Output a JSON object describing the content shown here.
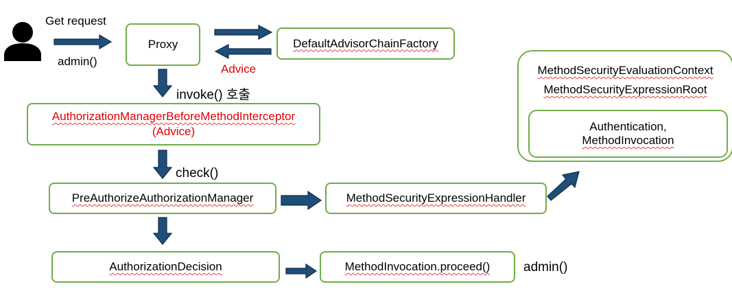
{
  "actor": {
    "icon": "person-icon",
    "label_top": "Get request",
    "label_bottom": "admin()"
  },
  "nodes": {
    "proxy": "Proxy",
    "advisor_chain_factory": "DefaultAdvisorChainFactory",
    "interceptor_line1": "AuthorizationManagerBeforeMethodInterceptor",
    "interceptor_line2": "(Advice)",
    "pre_authorize_manager": "PreAuthorizeAuthorizationManager",
    "expression_handler": "MethodSecurityExpressionHandler",
    "authorization_decision": "AuthorizationDecision",
    "proceed": "MethodInvocation.proceed()",
    "context_title": "MethodSecurityEvaluationContext",
    "expression_root": "MethodSecurityExpressionRoot",
    "auth_line1": "Authentication,",
    "auth_line2": "MethodInvocation"
  },
  "edge_labels": {
    "advice": "Advice",
    "invoke": "invoke() 호출",
    "check": "check()",
    "admin_call": "admin()"
  },
  "colors": {
    "box_border": "#70ad47",
    "arrow": "#1f4e79",
    "highlight_text": "#e00000"
  }
}
